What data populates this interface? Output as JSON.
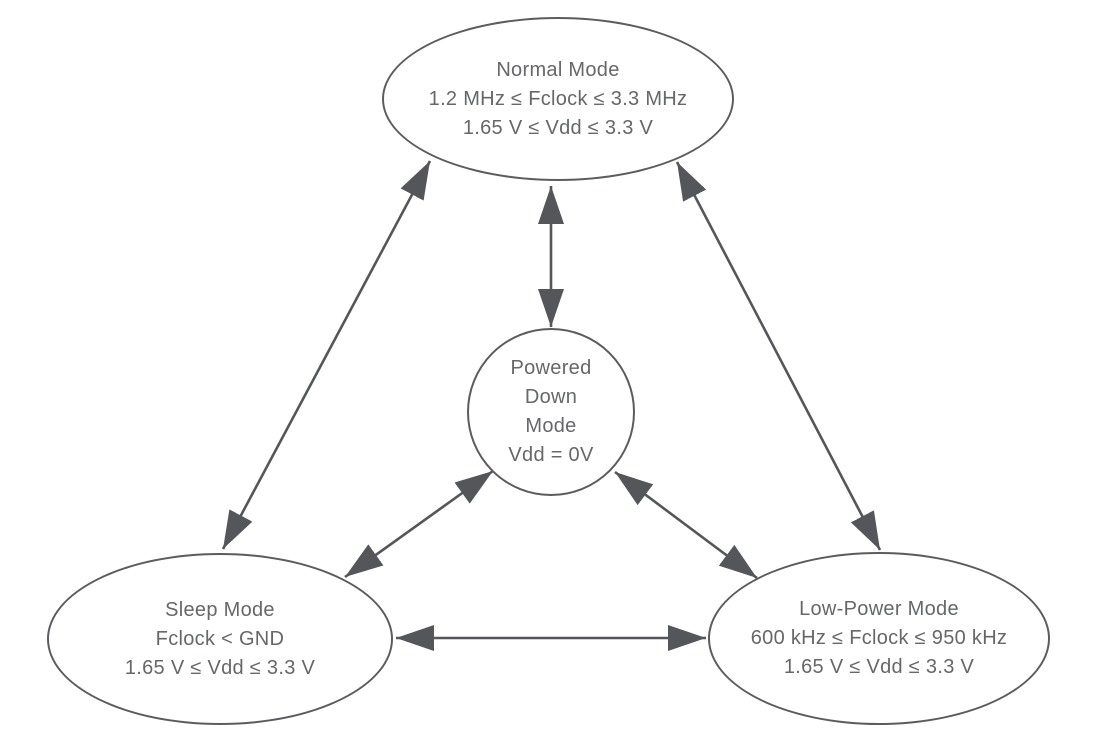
{
  "diagram": {
    "type": "state-diagram",
    "background": "#FFFFFF",
    "colors": {
      "line": "#55565A",
      "node_border": "#5B5C5F",
      "text": "#66676B"
    },
    "nodes": {
      "normal": {
        "shape": "ellipse",
        "lines": [
          "Normal Mode",
          "1.2 MHz ≤ Fclock ≤ 3.3 MHz",
          "1.65 V ≤ Vdd ≤ 3.3 V"
        ]
      },
      "powered_down": {
        "shape": "circle",
        "lines": [
          "Powered",
          "Down",
          "Mode",
          "Vdd = 0V"
        ]
      },
      "sleep": {
        "shape": "ellipse",
        "lines": [
          "Sleep Mode",
          "Fclock < GND",
          "1.65 V ≤ Vdd ≤ 3.3 V"
        ]
      },
      "low_power": {
        "shape": "ellipse",
        "lines": [
          "Low-Power Mode",
          "600 kHz ≤ Fclock ≤ 950 kHz",
          "1.65 V ≤ Vdd ≤ 3.3 V"
        ]
      }
    },
    "edges": [
      {
        "from": "Normal Mode",
        "to": "Powered Down Mode",
        "direction": "bidirectional"
      },
      {
        "from": "Normal Mode",
        "to": "Sleep Mode",
        "direction": "bidirectional"
      },
      {
        "from": "Normal Mode",
        "to": "Low-Power Mode",
        "direction": "bidirectional"
      },
      {
        "from": "Powered Down Mode",
        "to": "Sleep Mode",
        "direction": "bidirectional"
      },
      {
        "from": "Powered Down Mode",
        "to": "Low-Power Mode",
        "direction": "bidirectional"
      },
      {
        "from": "Sleep Mode",
        "to": "Low-Power Mode",
        "direction": "bidirectional"
      }
    ]
  }
}
